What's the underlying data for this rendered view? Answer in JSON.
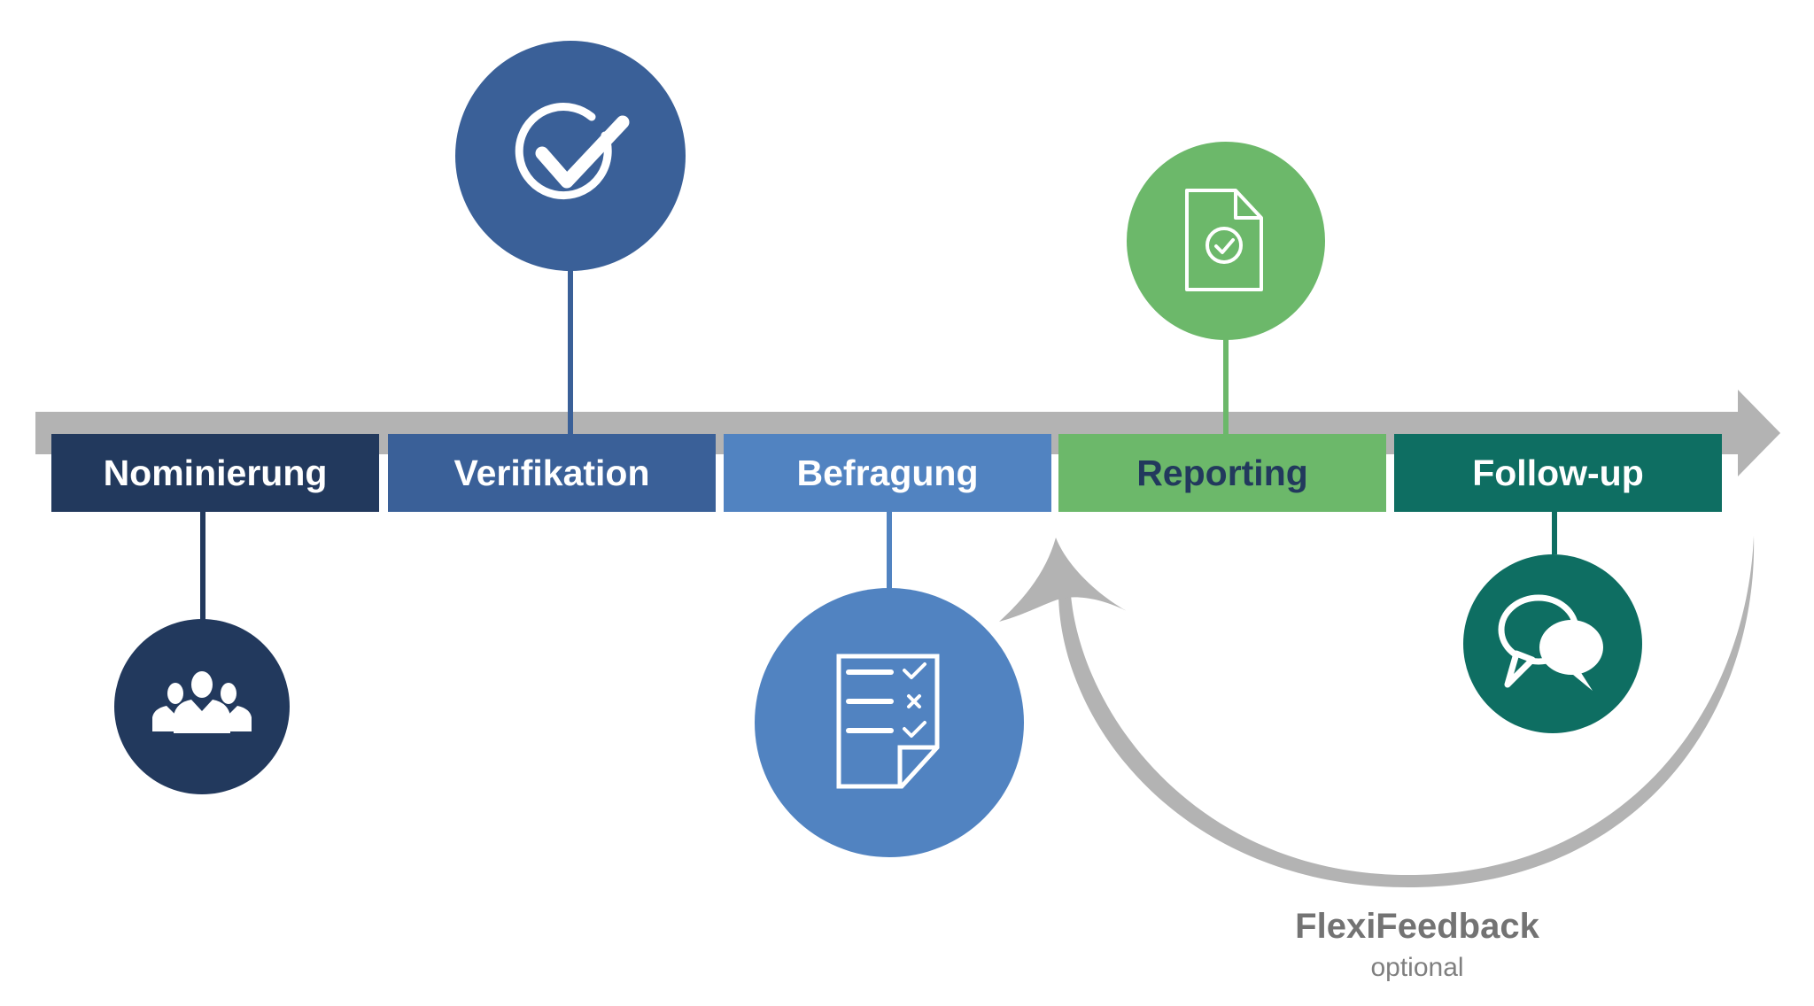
{
  "steps": [
    {
      "label": "Nominierung",
      "icon": "people-group-icon",
      "color": "#22395d",
      "text_color": "#ffffff"
    },
    {
      "label": "Verifikation",
      "icon": "check-circle-icon",
      "color": "#3a6098",
      "text_color": "#ffffff"
    },
    {
      "label": "Befragung",
      "icon": "checklist-document-icon",
      "color": "#5183c1",
      "text_color": "#ffffff"
    },
    {
      "label": "Reporting",
      "icon": "report-document-icon",
      "color": "#6cb86a",
      "text_color": "#22395d"
    },
    {
      "label": "Follow-up",
      "icon": "speech-bubbles-icon",
      "color": "#0e6e62",
      "text_color": "#ffffff"
    }
  ],
  "loop": {
    "title": "FlexiFeedback",
    "subtitle": "optional",
    "color": "#b3b3b3"
  },
  "timeline_color": "#b3b3b3"
}
